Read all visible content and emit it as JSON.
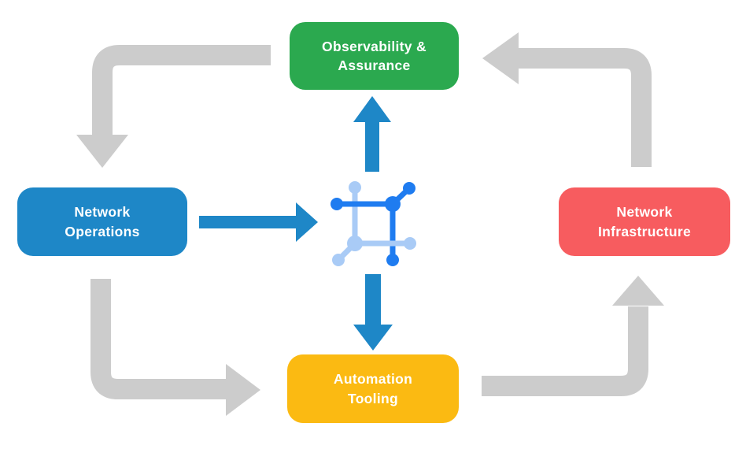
{
  "colors": {
    "background": "#FFFFFF",
    "flow_arrow": "#CCCCCC",
    "hub_arrow": "#1E87C7",
    "icon_dark_blue": "#1F7CF0",
    "icon_light_blue": "#A9CBF6"
  },
  "nodes": {
    "observability": {
      "label": "Observability &\nAssurance",
      "color": "#2BA94F"
    },
    "operations": {
      "label": "Network\nOperations",
      "color": "#1E87C7"
    },
    "infrastructure": {
      "label": "Network\nInfrastructure",
      "color": "#F75C5F"
    },
    "automation": {
      "label": "Automation\nTooling",
      "color": "#FBBA12"
    }
  },
  "icon": {
    "name": "network-fabric-hub"
  },
  "flows": {
    "outer_cycle": [
      {
        "from": "Observability & Assurance",
        "to": "Network Operations"
      },
      {
        "from": "Network Operations",
        "to": "Automation Tooling"
      },
      {
        "from": "Automation Tooling",
        "to": "Network Infrastructure"
      },
      {
        "from": "Network Infrastructure",
        "to": "Observability & Assurance"
      }
    ],
    "hub_links": [
      {
        "from": "Network Operations",
        "to": "hub"
      },
      {
        "from": "hub",
        "to": "Observability & Assurance"
      },
      {
        "from": "hub",
        "to": "Automation Tooling"
      }
    ]
  }
}
